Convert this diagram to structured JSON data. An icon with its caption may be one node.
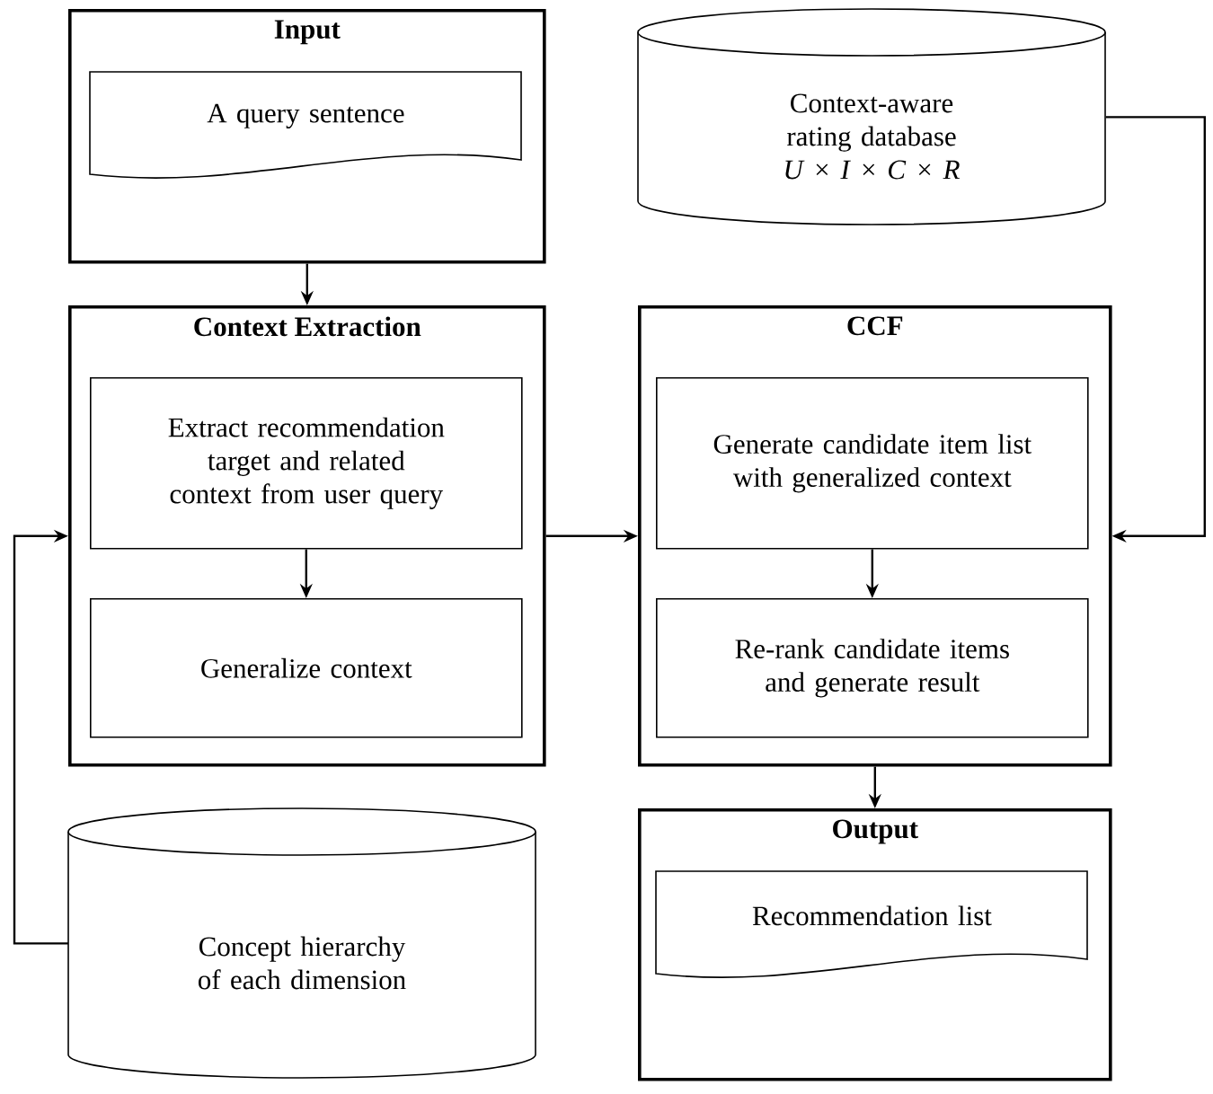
{
  "diagram": {
    "nodes": [
      {
        "text": [
          "Input"
        ]
      },
      {
        "text": [
          "A query sentence"
        ],
        "in": 0
      },
      {
        "text": [
          "Context-aware rating database",
          "U × I × C × R"
        ]
      },
      {
        "text": [
          "Context Extraction"
        ]
      },
      {
        "text": [
          "Extract recommendation target and related context from user query"
        ],
        "in": 3
      },
      {
        "text": [
          "Generalize context"
        ],
        "in": 3
      },
      {
        "text": [
          "CCF"
        ]
      },
      {
        "text": [
          "Generate candidate item list with generalized context"
        ],
        "in": 6
      },
      {
        "text": [
          "Re-rank candidate items and generate result"
        ],
        "in": 6
      },
      {
        "text": [
          "Concept hierarchy of each dimension"
        ]
      },
      {
        "text": [
          "Output"
        ]
      },
      {
        "text": [
          "Recommendation list"
        ],
        "in": 10
      }
    ],
    "edges": [
      {
        "from": 0,
        "to": 3,
        "arrow": "to"
      },
      {
        "from": 4,
        "to": 5,
        "arrow": "to"
      },
      {
        "from": 3,
        "to": 6,
        "arrow": "to"
      },
      {
        "from": 7,
        "to": 8,
        "arrow": "to"
      },
      {
        "from": 6,
        "to": 10,
        "arrow": "to"
      },
      {
        "from": 2,
        "to": 6,
        "arrow": "to"
      },
      {
        "from": 9,
        "to": 3,
        "arrow": "to"
      }
    ]
  }
}
